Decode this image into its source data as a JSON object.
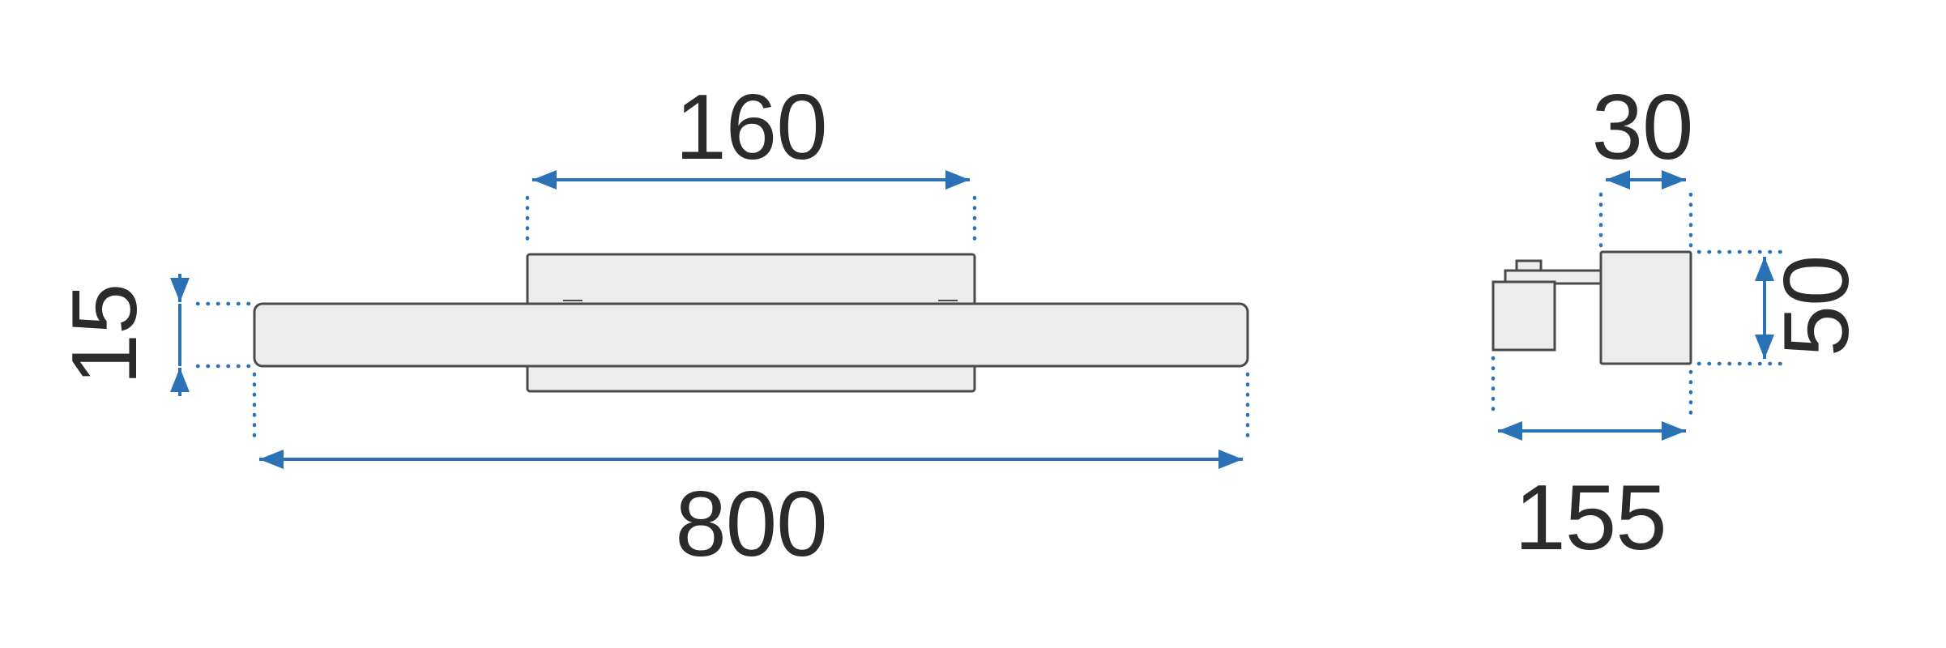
{
  "diagram": {
    "description": "technical-dimension-drawing-wall-lamp",
    "views": {
      "front": {
        "plate_width": "160",
        "bar_thickness": "15",
        "overall_width": "800"
      },
      "side": {
        "lamp_depth": "30",
        "lamp_height": "50",
        "overall_depth": "155"
      }
    }
  },
  "colors": {
    "dimension_blue": "#2a72b5",
    "shape_fill": "#ececec",
    "shape_stroke": "#4a4a4a",
    "label_text": "#2b2b2b",
    "background": "#ffffff"
  }
}
